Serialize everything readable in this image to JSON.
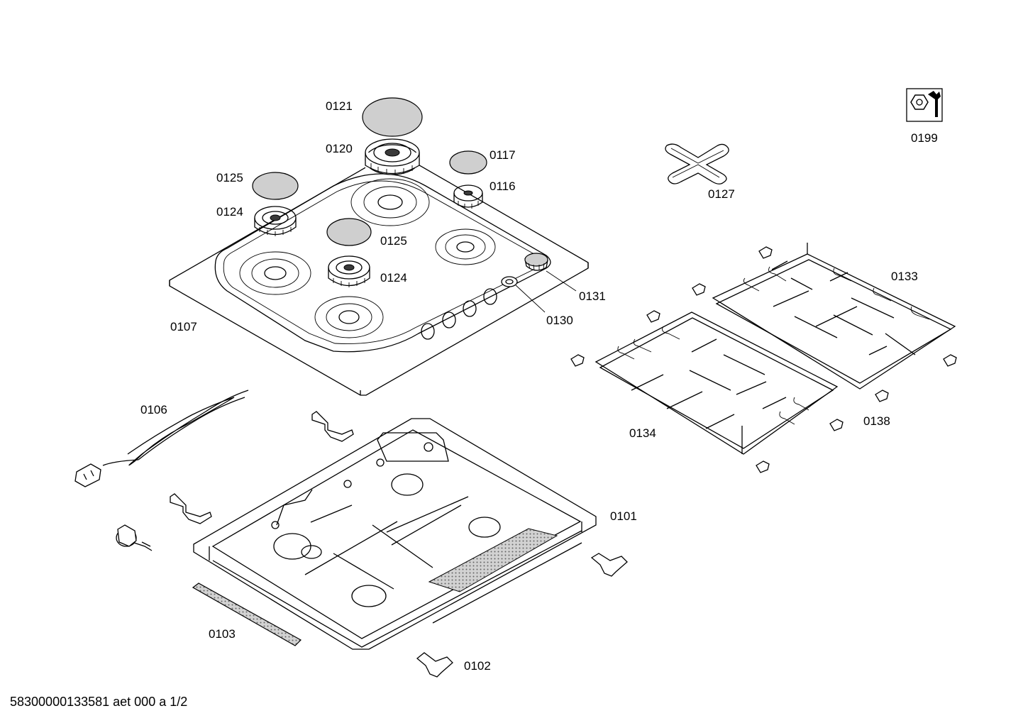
{
  "labels": {
    "p0121": "0121",
    "p0120": "0120",
    "p0117": "0117",
    "p0116": "0116",
    "p0125a": "0125",
    "p0124a": "0124",
    "p0125b": "0125",
    "p0124b": "0124",
    "p0131": "0131",
    "p0130": "0130",
    "p0107": "0107",
    "p0127": "0127",
    "p0199": "0199",
    "p0133": "0133",
    "p0134": "0134",
    "p0138": "0138",
    "p0106": "0106",
    "p0101": "0101",
    "p0103": "0103",
    "p0102": "0102"
  },
  "footer": "58300000133581 aet 000 a 1/2",
  "icons": {
    "service": "wrench-nut-icon"
  },
  "colors": {
    "line": "#000000",
    "background": "#ffffff",
    "cap_fill": "#cfcfcf"
  }
}
